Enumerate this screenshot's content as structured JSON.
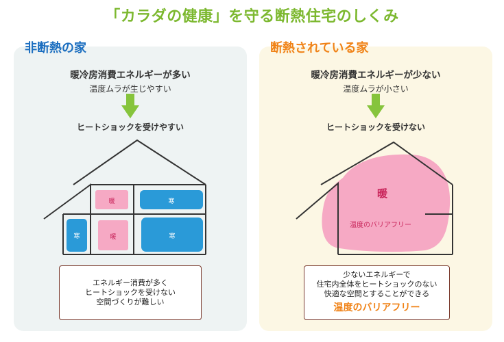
{
  "title": "「カラダの健康」を守る断熱住宅のしくみ",
  "left": {
    "heading": "非断熱の家",
    "line1": "暖冷房消費エネルギーが多い",
    "line2": "温度ムラが生じやすい",
    "line3": "ヒートショックを受けやすい",
    "rooms": {
      "upper_left": "暖",
      "upper_right": "寒",
      "lower_small": "寒",
      "lower_mid": "暖",
      "lower_right": "寒"
    },
    "box": [
      "エネルギー消費が多く",
      "ヒートショックを受けない",
      "空間づくりが難しい"
    ]
  },
  "right": {
    "heading": "断熱されている家",
    "line1": "暖冷房消費エネルギーが少ない",
    "line2": "温度ムラが小さい",
    "line3": "ヒートショックを受けない",
    "warm": "暖",
    "barrier": "温度のバリアフリー",
    "box": [
      "少ないエネルギーで",
      "住宅内全体をヒートショックのない",
      "快適な空間とすることができる"
    ],
    "box_emphasis": "温度のバリアフリー"
  },
  "colors": {
    "title": "#7cb82f",
    "left_heading": "#1d6fc0",
    "right_heading": "#f08318",
    "warm": "#f6a9c4",
    "cold": "#2a9ad8",
    "arrow": "#86c43c"
  }
}
